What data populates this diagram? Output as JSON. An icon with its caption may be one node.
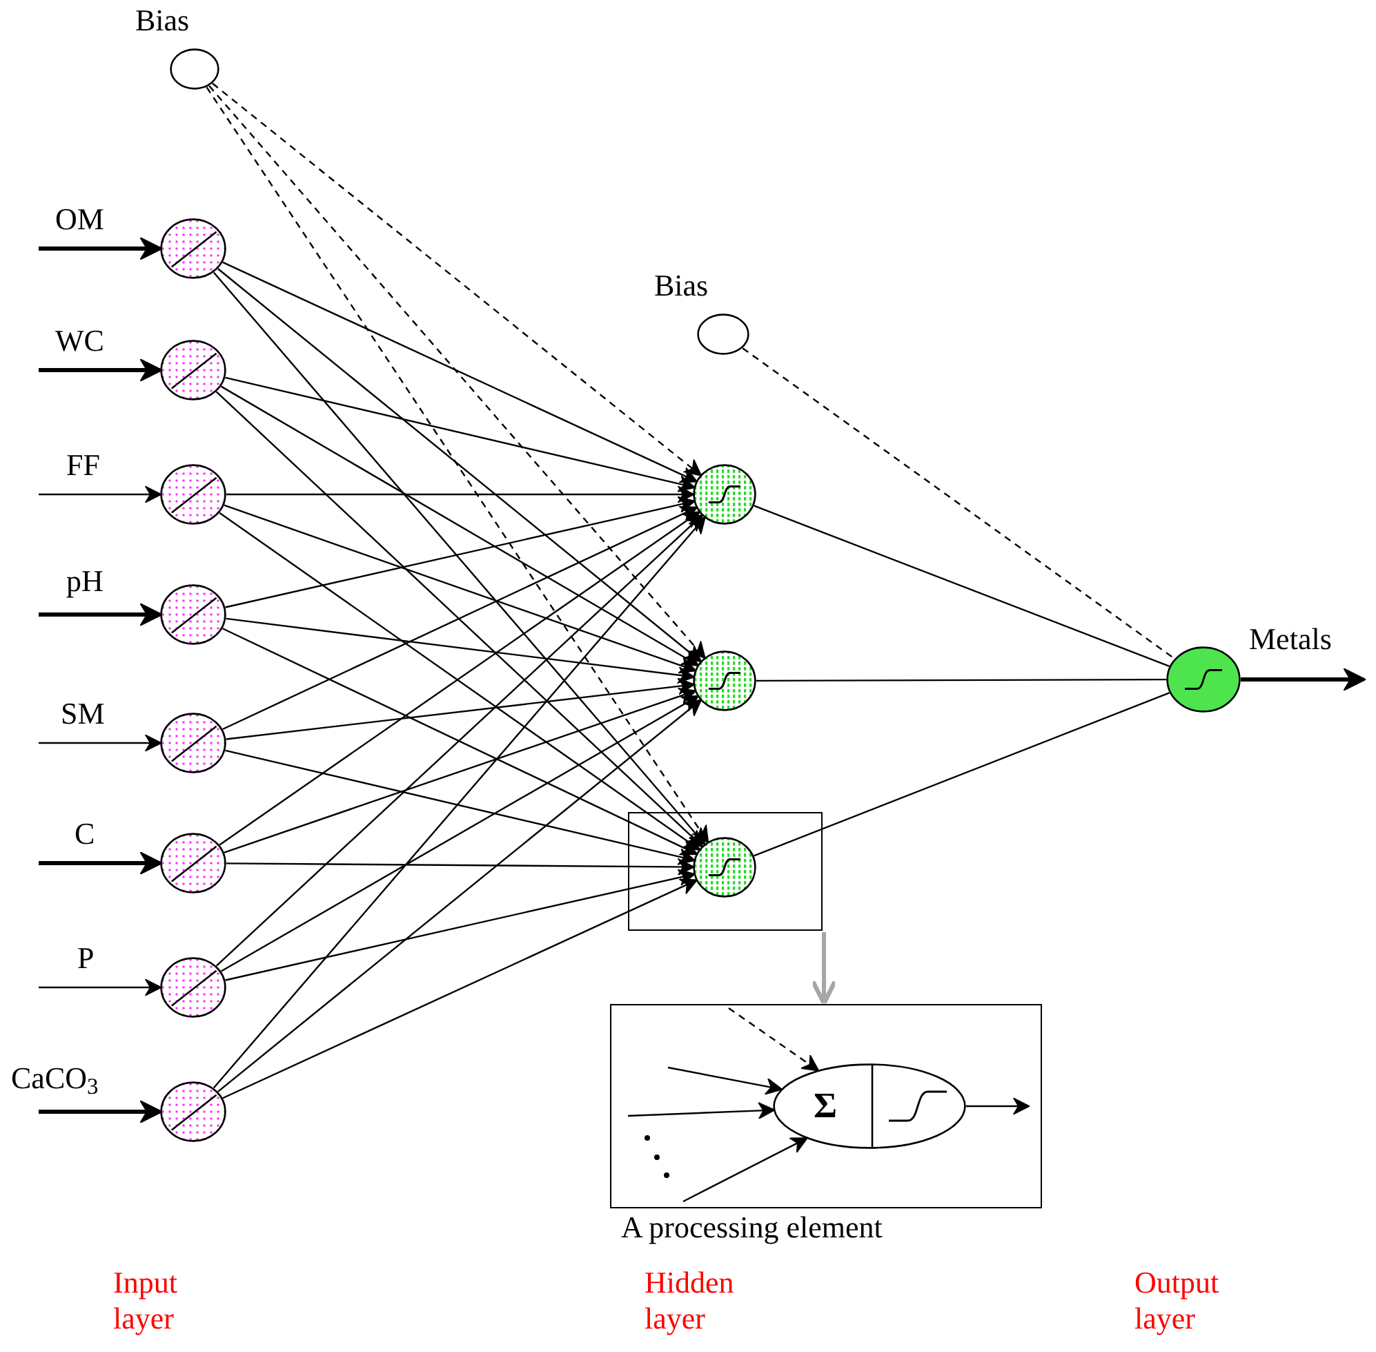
{
  "diagram": {
    "nodes": [
      {
        "text": [
          "Bias"
        ]
      },
      {
        "text": [
          "OM"
        ]
      },
      {
        "text": [
          "WC"
        ]
      },
      {
        "text": [
          "FF"
        ]
      },
      {
        "text": [
          "pH"
        ]
      },
      {
        "text": [
          "SM"
        ]
      },
      {
        "text": [
          "C"
        ]
      },
      {
        "text": [
          "P"
        ]
      },
      {
        "text": [
          "CaCO$_{3}$"
        ]
      },
      {
        "text": [
          "Bias"
        ]
      },
      {
        "text": [],
        "shape": "circle"
      },
      {
        "text": [],
        "shape": "circle"
      },
      {
        "text": [],
        "shape": "box"
      },
      {
        "text": [],
        "shape": "circle",
        "in": 12
      },
      {
        "text": [],
        "shape": "circle"
      },
      {
        "text": [
          "A processing element"
        ]
      },
      {
        "text": [
          "Σ"
        ],
        "in": 15
      }
    ],
    "edges": [
      {
        "from": 0,
        "to": 10,
        "arrow": "to",
        "style": "dashed"
      },
      {
        "from": 0,
        "to": 11,
        "arrow": "to",
        "style": "dashed"
      },
      {
        "from": 0,
        "to": 13,
        "arrow": "to",
        "style": "dashed"
      },
      {
        "from": 1,
        "to": 10,
        "arrow": "to"
      },
      {
        "from": 1,
        "to": 11,
        "arrow": "to"
      },
      {
        "from": 1,
        "to": 13,
        "arrow": "to"
      },
      {
        "from": 2,
        "to": 10,
        "arrow": "to"
      },
      {
        "from": 2,
        "to": 11,
        "arrow": "to"
      },
      {
        "from": 2,
        "to": 13,
        "arrow": "to"
      },
      {
        "from": 3,
        "to": 10,
        "arrow": "to"
      },
      {
        "from": 3,
        "to": 11,
        "arrow": "to"
      },
      {
        "from": 3,
        "to": 13,
        "arrow": "to"
      },
      {
        "from": 4,
        "to": 10,
        "arrow": "to"
      },
      {
        "from": 4,
        "to": 11,
        "arrow": "to"
      },
      {
        "from": 4,
        "to": 13,
        "arrow": "to"
      },
      {
        "from": 5,
        "to": 10,
        "arrow": "to"
      },
      {
        "from": 5,
        "to": 11,
        "arrow": "to"
      },
      {
        "from": 5,
        "to": 13,
        "arrow": "to"
      },
      {
        "from": 6,
        "to": 10,
        "arrow": "to"
      },
      {
        "from": 6,
        "to": 11,
        "arrow": "to"
      },
      {
        "from": 6,
        "to": 13,
        "arrow": "to"
      },
      {
        "from": 7,
        "to": 10,
        "arrow": "to"
      },
      {
        "from": 7,
        "to": 11,
        "arrow": "to"
      },
      {
        "from": 7,
        "to": 13,
        "arrow": "to"
      },
      {
        "from": 8,
        "to": 10,
        "arrow": "to"
      },
      {
        "from": 8,
        "to": 11,
        "arrow": "to"
      },
      {
        "from": 8,
        "to": 13,
        "arrow": "to"
      },
      {
        "from": 9,
        "to": 14,
        "arrow": "none",
        "style": "dashed"
      },
      {
        "from": 10,
        "to": 14,
        "arrow": "none"
      },
      {
        "from": 11,
        "to": 14,
        "arrow": "none"
      },
      {
        "from": 13,
        "to": 14,
        "arrow": "none"
      },
      {
        "from": null,
        "to": 1,
        "arrow": "to",
        "style": "thick"
      },
      {
        "from": null,
        "to": 2,
        "arrow": "to",
        "style": "thick"
      },
      {
        "from": null,
        "to": 3,
        "arrow": "to"
      },
      {
        "from": null,
        "to": 4,
        "arrow": "to",
        "style": "thick"
      },
      {
        "from": null,
        "to": 5,
        "arrow": "to"
      },
      {
        "from": null,
        "to": 6,
        "arrow": "to",
        "style": "thick"
      },
      {
        "from": null,
        "to": 7,
        "arrow": "to"
      },
      {
        "from": null,
        "to": 8,
        "arrow": "to",
        "style": "thick"
      },
      {
        "from": 14,
        "to": null,
        "arrow": "to",
        "style": "thick",
        "label": "Metals"
      },
      {
        "from": 12,
        "to": 15,
        "arrow": "to",
        "style": "thick",
        "color": "#a6a6a6"
      },
      {
        "from": null,
        "to": 16,
        "arrow": "to",
        "style": "dashed"
      },
      {
        "from": null,
        "to": 16,
        "arrow": "to"
      },
      {
        "from": null,
        "to": 16,
        "arrow": "to"
      },
      {
        "from": null,
        "to": 16,
        "arrow": "to"
      },
      {
        "from": 16,
        "to": null,
        "arrow": "to"
      }
    ],
    "labels": [
      "Input layer",
      "Hidden layer",
      "Output layer"
    ]
  }
}
